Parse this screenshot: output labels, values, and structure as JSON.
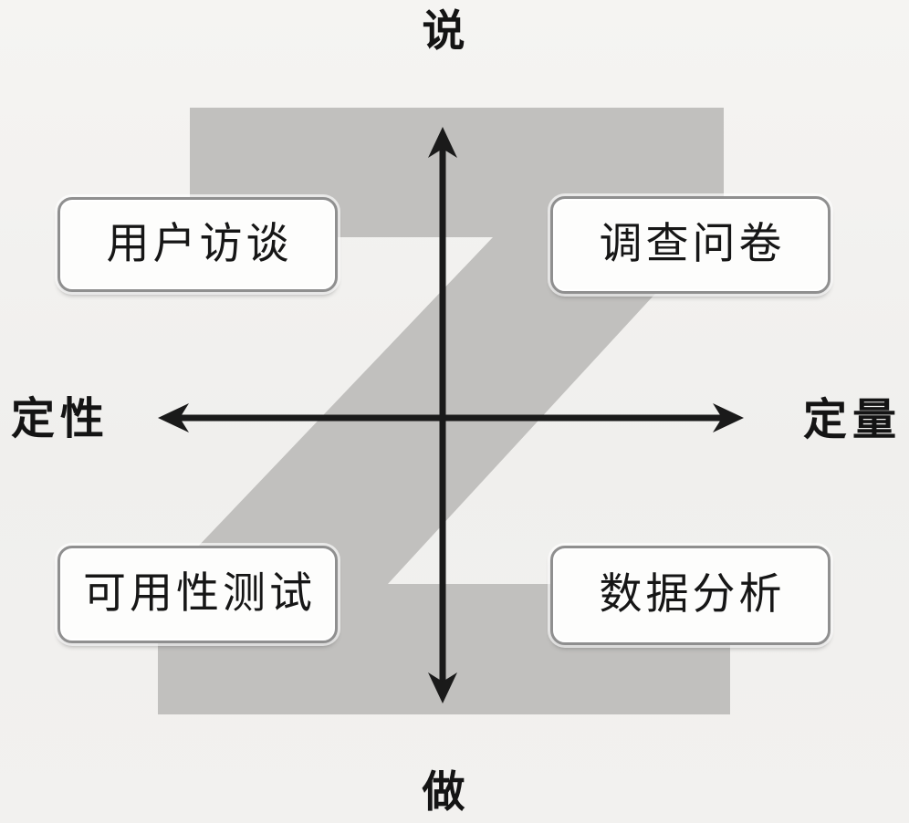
{
  "watermark": {
    "letter": "Z",
    "color": "#c1c0be"
  },
  "axes": {
    "top_label": "说",
    "bottom_label": "做",
    "left_label": "定性",
    "right_label": "定量",
    "line_color": "#1a1a1a"
  },
  "quadrants": [
    {
      "position": "top-left",
      "label": "用户访谈"
    },
    {
      "position": "top-right",
      "label": "调查问卷"
    },
    {
      "position": "bottom-left",
      "label": "可用性测试"
    },
    {
      "position": "bottom-right",
      "label": "数据分析"
    }
  ],
  "colors": {
    "background": "#f1f0ee",
    "box_fill": "#fdfdfc",
    "box_border": "#8f8f8f",
    "text": "#141414"
  }
}
